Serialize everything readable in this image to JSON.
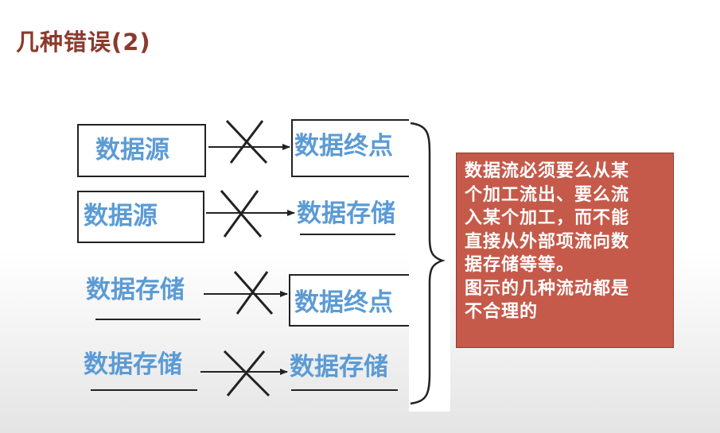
{
  "title": "几种错误(2)",
  "rows": [
    {
      "source": "数据源",
      "target": "数据终点"
    },
    {
      "source": "数据源",
      "target": "数据存储"
    },
    {
      "source": "数据存储",
      "target": "数据终点"
    },
    {
      "source": "数据存储",
      "target": "数据存储"
    }
  ],
  "note": {
    "text": "数据流必须要么从某\n个加工流出、要么流\n入某个加工，而不能\n直接从外部项流向数\n据存储等等。\n图示的几种流动都是\n不合理的"
  },
  "colors": {
    "title": "#8b3a2c",
    "label": "#5b9bd5",
    "note_bg": "#c55a4a",
    "note_text": "#ffffff"
  }
}
